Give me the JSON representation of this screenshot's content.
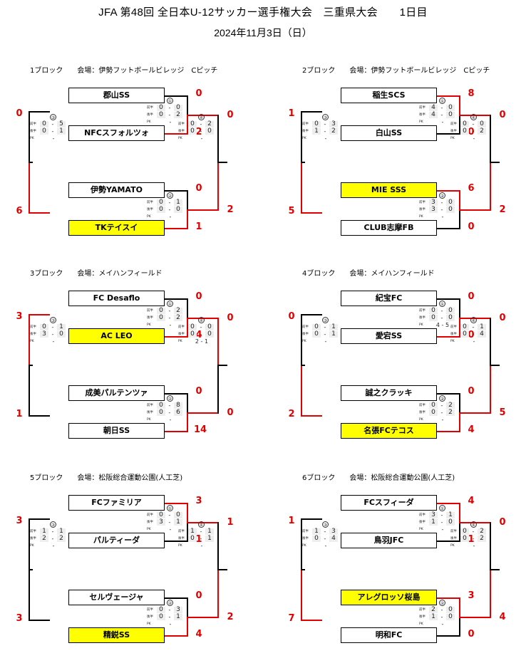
{
  "title": "JFA 第48回 全日本U-12サッカー選手権大会　三重県大会　　1日目",
  "date": "2024年11月3日（日）",
  "labels": {
    "zenhan": "前半",
    "kohan": "後半",
    "pk": "PK"
  },
  "blocks": [
    {
      "header": "1ブロック　　会場：伊勢フットボールビレッジ　Cピッチ",
      "teams": [
        "郡山SS",
        "NFCスフォルツォ",
        "伊勢YAMATO",
        "TKテイスイ"
      ],
      "winners": [
        false,
        false,
        false,
        true
      ],
      "scores": {
        "t1": "0",
        "t2": "2",
        "t3": "0",
        "t4": "1",
        "m3_left": "0",
        "m3_right": "6",
        "m4_top": "0",
        "m4_bottom": "2"
      },
      "stats": [
        {
          "num": "①",
          "zenhan": [
            "0",
            "0"
          ],
          "kohan": [
            "0",
            "2"
          ],
          "pk": "-"
        },
        {
          "num": "②",
          "zenhan": [
            "0",
            "1"
          ],
          "kohan": [
            "0",
            "0"
          ],
          "pk": "-"
        },
        {
          "num": "③",
          "zenhan": [
            "0",
            "5"
          ],
          "kohan": [
            "0",
            "1"
          ],
          "pk": "-"
        },
        {
          "num": "④",
          "zenhan": [
            "0",
            "2"
          ],
          "kohan": [
            "0",
            "0"
          ],
          "pk": "-"
        }
      ],
      "red": {
        "m1": "b",
        "m2": "b",
        "m3": "b",
        "m4": "b"
      }
    },
    {
      "header": "2ブロック　　会場：伊勢フットボールビレッジ　Cピッチ",
      "teams": [
        "稲生SCS",
        "白山SS",
        "MIE SSS",
        "CLUB志摩FB"
      ],
      "winners": [
        false,
        false,
        true,
        false
      ],
      "scores": {
        "t1": "8",
        "t2": "0",
        "t3": "6",
        "t4": "0",
        "m3_left": "1",
        "m3_right": "5",
        "m4_top": "0",
        "m4_bottom": "2"
      },
      "stats": [
        {
          "num": "①",
          "zenhan": [
            "4",
            "0"
          ],
          "kohan": [
            "4",
            "0"
          ],
          "pk": "-"
        },
        {
          "num": "②",
          "zenhan": [
            "3",
            "0"
          ],
          "kohan": [
            "3",
            "0"
          ],
          "pk": "-"
        },
        {
          "num": "③",
          "zenhan": [
            "0",
            "3"
          ],
          "kohan": [
            "1",
            "2"
          ],
          "pk": "-"
        },
        {
          "num": "④",
          "zenhan": [
            "0",
            "0"
          ],
          "kohan": [
            "0",
            "2"
          ],
          "pk": "-"
        }
      ],
      "red": {
        "m1": "t",
        "m2": "t",
        "m3": "b",
        "m4": "b"
      }
    },
    {
      "header": "3ブロック　　会場：メイハンフィールド",
      "teams": [
        "FC Desaflo",
        "AC LEO",
        "成美パルテンツァ",
        "朝日SS"
      ],
      "winners": [
        false,
        true,
        false,
        false
      ],
      "scores": {
        "t1": "0",
        "t2": "4",
        "t3": "0",
        "t4": "14",
        "m3_left": "3",
        "m3_right": "1",
        "m4_top": "0",
        "m4_bottom": "0"
      },
      "stats": [
        {
          "num": "①",
          "zenhan": [
            "0",
            "2"
          ],
          "kohan": [
            "0",
            "2"
          ],
          "pk": "-"
        },
        {
          "num": "②",
          "zenhan": [
            "0",
            "8"
          ],
          "kohan": [
            "0",
            "6"
          ],
          "pk": "-"
        },
        {
          "num": "③",
          "zenhan": [
            "0",
            "1"
          ],
          "kohan": [
            "3",
            "0"
          ],
          "pk": "-"
        },
        {
          "num": "④",
          "zenhan": [
            "0",
            "0"
          ],
          "kohan": [
            "0",
            "0"
          ],
          "pk": "2 - 1"
        }
      ],
      "red": {
        "m1": "b",
        "m2": "b",
        "m3": "t",
        "m4": "t"
      }
    },
    {
      "header": "4ブロック　　会場：メイハンフィールド",
      "teams": [
        "紀宝FC",
        "愛宕SS",
        "誠之クラッキ",
        "名張FCテコス"
      ],
      "winners": [
        false,
        false,
        false,
        true
      ],
      "scores": {
        "t1": "0",
        "t2": "0",
        "t3": "0",
        "t4": "4",
        "m3_left": "0",
        "m3_right": "2",
        "m4_top": "0",
        "m4_bottom": "5"
      },
      "stats": [
        {
          "num": "①",
          "zenhan": [
            "0",
            "0"
          ],
          "kohan": [
            "0",
            "0"
          ],
          "pk": "4 - 5"
        },
        {
          "num": "②",
          "zenhan": [
            "0",
            "2"
          ],
          "kohan": [
            "0",
            "2"
          ],
          "pk": "-"
        },
        {
          "num": "③",
          "zenhan": [
            "0",
            "1"
          ],
          "kohan": [
            "0",
            "1"
          ],
          "pk": "-"
        },
        {
          "num": "④",
          "zenhan": [
            "0",
            "1"
          ],
          "kohan": [
            "0",
            "4"
          ],
          "pk": "-"
        }
      ],
      "red": {
        "m1": "b",
        "m2": "b",
        "m3": "b",
        "m4": "b"
      }
    },
    {
      "header": "5ブロック　　会場：松阪総合運動公園(人工芝)",
      "teams": [
        "FCファミリア",
        "パルティーダ",
        "セルヴェージャ",
        "精鋭SS"
      ],
      "winners": [
        false,
        false,
        false,
        true
      ],
      "scores": {
        "t1": "3",
        "t2": "1",
        "t3": "0",
        "t4": "4",
        "m3_left": "3",
        "m3_right": "3",
        "m4_top": "1",
        "m4_bottom": "2"
      },
      "stats": [
        {
          "num": "①",
          "zenhan": [
            "0",
            "0"
          ],
          "kohan": [
            "3",
            "1"
          ],
          "pk": "-"
        },
        {
          "num": "②",
          "zenhan": [
            "0",
            "3"
          ],
          "kohan": [
            "0",
            "1"
          ],
          "pk": "-"
        },
        {
          "num": "③",
          "zenhan": [
            "1",
            "1"
          ],
          "kohan": [
            "2",
            "2"
          ],
          "pk": "-"
        },
        {
          "num": "④",
          "zenhan": [
            "1",
            "1"
          ],
          "kohan": [
            "0",
            "1"
          ],
          "pk": "-"
        }
      ],
      "red": {
        "m1": "t",
        "m2": "b",
        "m3": "n",
        "m4": "b"
      }
    },
    {
      "header": "6ブロック　　会場：松阪総合運動公園(人工芝)",
      "teams": [
        "FCスフィーダ",
        "鳥羽JFC",
        "アレグロッソ桜島",
        "明和FC"
      ],
      "winners": [
        false,
        false,
        true,
        false
      ],
      "scores": {
        "t1": "4",
        "t2": "1",
        "t3": "3",
        "t4": "0",
        "m3_left": "1",
        "m3_right": "7",
        "m4_top": "0",
        "m4_bottom": "4"
      },
      "stats": [
        {
          "num": "①",
          "zenhan": [
            "3",
            "1"
          ],
          "kohan": [
            "1",
            "0"
          ],
          "pk": "-"
        },
        {
          "num": "②",
          "zenhan": [
            "2",
            "0"
          ],
          "kohan": [
            "1",
            "0"
          ],
          "pk": "-"
        },
        {
          "num": "③",
          "zenhan": [
            "1",
            "3"
          ],
          "kohan": [
            "0",
            "4"
          ],
          "pk": "-"
        },
        {
          "num": "④",
          "zenhan": [
            "0",
            "2"
          ],
          "kohan": [
            "0",
            "2"
          ],
          "pk": "-"
        }
      ],
      "red": {
        "m1": "t",
        "m2": "t",
        "m3": "b",
        "m4": "b"
      }
    }
  ]
}
